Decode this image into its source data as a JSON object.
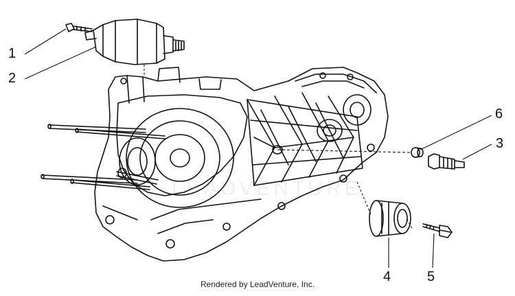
{
  "callouts": {
    "c1": "1",
    "c2": "2",
    "c3": "3",
    "c4": "4",
    "c5": "5",
    "c6": "6"
  },
  "footer": {
    "credit": "Rendered by LeadVenture, Inc."
  },
  "watermark": {
    "text": "LEADVENTURE"
  },
  "colors": {
    "ink": "#111111",
    "paper": "#ffffff"
  }
}
